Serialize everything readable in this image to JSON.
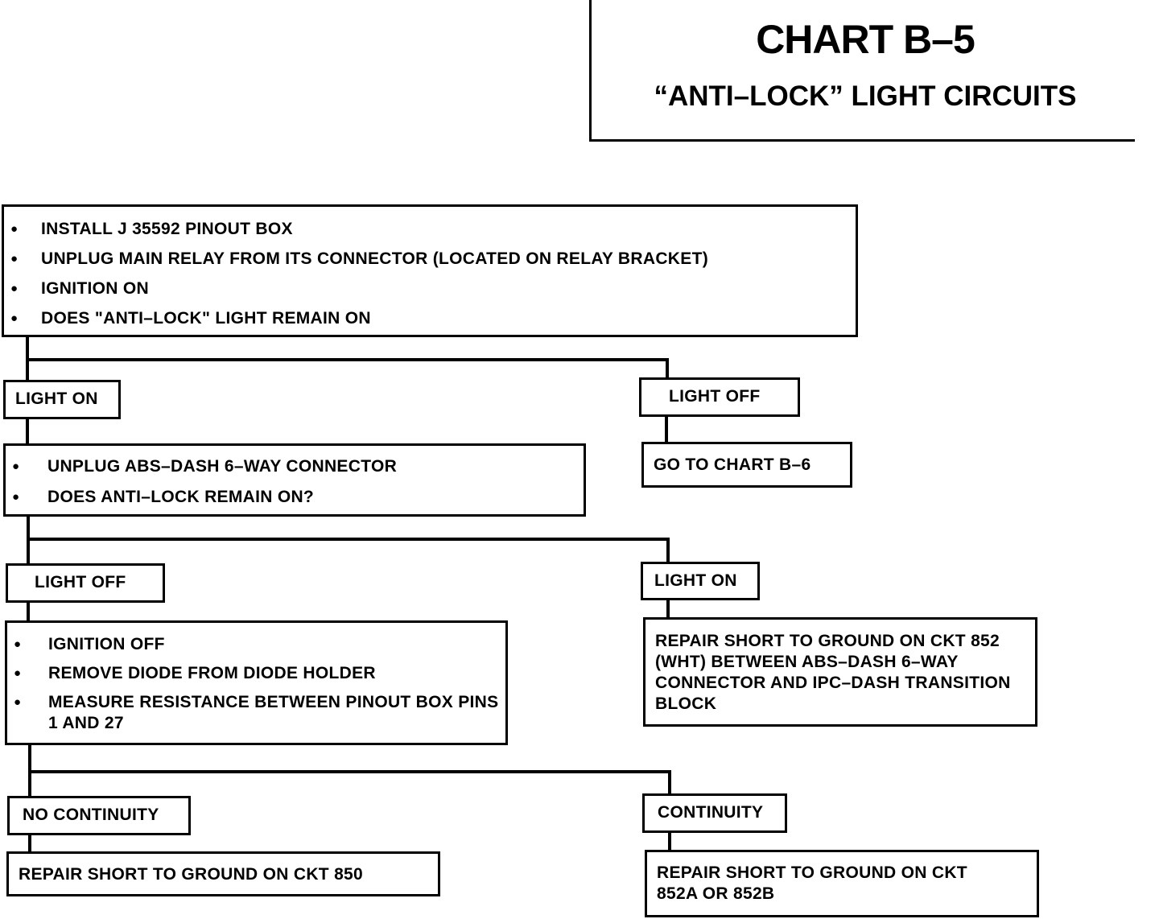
{
  "header": {
    "title": "CHART B–5",
    "subtitle": "“ANTI–LOCK” LIGHT CIRCUITS"
  },
  "steps": {
    "step1": [
      "INSTALL J 35592 PINOUT BOX",
      "UNPLUG MAIN RELAY FROM ITS CONNECTOR (LOCATED ON RELAY BRACKET)",
      "IGNITION ON",
      "DOES \"ANTI–LOCK\" LIGHT REMAIN ON"
    ],
    "step2": [
      "UNPLUG ABS–DASH 6–WAY CONNECTOR",
      "DOES ANTI–LOCK REMAIN ON?"
    ],
    "step3": [
      "IGNITION OFF",
      "REMOVE DIODE FROM DIODE HOLDER",
      "MEASURE RESISTANCE BETWEEN PINOUT BOX PINS 1 AND 27"
    ]
  },
  "branches": {
    "b1_left": "LIGHT ON",
    "b1_right": "LIGHT OFF",
    "b2_left": "LIGHT OFF",
    "b2_right": "LIGHT ON",
    "b3_left": "NO CONTINUITY",
    "b3_right": "CONTINUITY"
  },
  "results": {
    "goto": "GO TO CHART B–6",
    "repair_852": "REPAIR SHORT TO GROUND ON CKT 852 (WHT) BETWEEN ABS–DASH 6–WAY CONNECTOR AND IPC–DASH TRANSITION BLOCK",
    "repair_850": "REPAIR SHORT TO GROUND ON CKT 850",
    "repair_852ab": "REPAIR SHORT TO GROUND ON CKT 852A OR 852B"
  }
}
